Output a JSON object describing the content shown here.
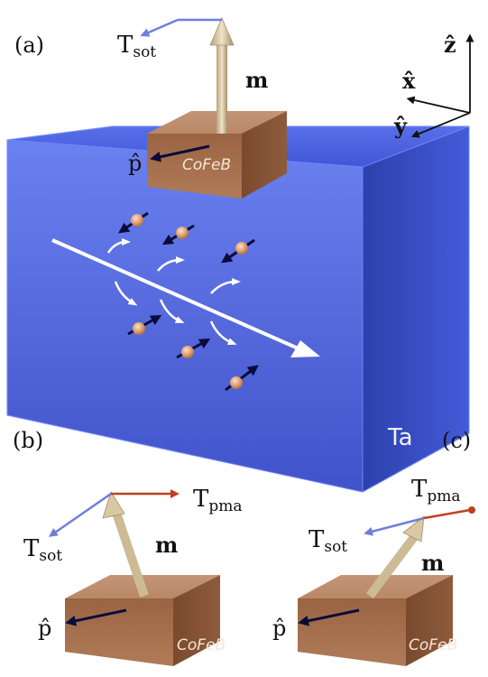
{
  "panels": {
    "a": {
      "label": "(a)"
    },
    "b": {
      "label": "(b)"
    },
    "c": {
      "label": "(c)"
    }
  },
  "labels": {
    "t_sot_main": "T",
    "t_sot_sub": "sot",
    "t_pma_main": "T",
    "t_pma_sub": "pma",
    "m": "m",
    "p_hat": "p̂",
    "cofeb": "CoFeB",
    "ta": "Ta"
  },
  "axes": {
    "z": "ẑ",
    "x": "x̂",
    "y": "ŷ"
  },
  "colors": {
    "ta_block": "#2f49d8",
    "cofeb_block": "#a06c4a",
    "t_sot_arrow": "#6f7fd8",
    "t_pma_arrow": "#c0401f",
    "m_arrow": "#d8c8a4"
  }
}
